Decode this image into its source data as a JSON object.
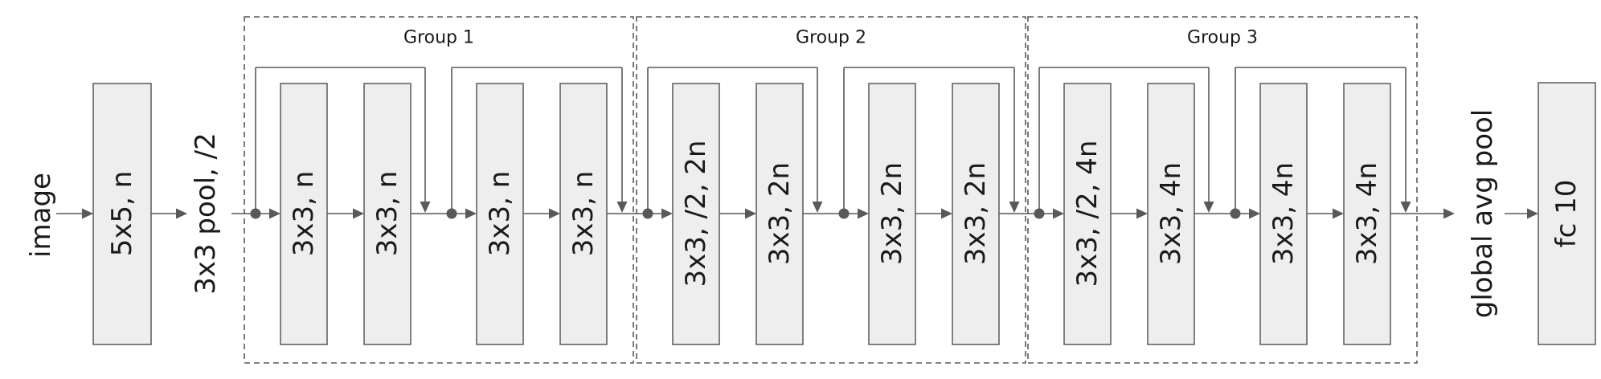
{
  "input_label": "image",
  "first_layer": "5x5, n",
  "pool_label": "3x3 pool, /2",
  "groups": [
    {
      "title": "Group 1",
      "layers": [
        "3x3, n",
        "3x3, n",
        "3x3, n",
        "3x3, n"
      ]
    },
    {
      "title": "Group 2",
      "layers": [
        "3x3, /2, 2n",
        "3x3, 2n",
        "3x3, 2n",
        "3x3, 2n"
      ]
    },
    {
      "title": "Group 3",
      "layers": [
        "3x3, /2, 4n",
        "3x3, 4n",
        "3x3, 4n",
        "3x3, 4n"
      ]
    }
  ],
  "gap_label": "global avg pool",
  "fc_label": "fc 10"
}
